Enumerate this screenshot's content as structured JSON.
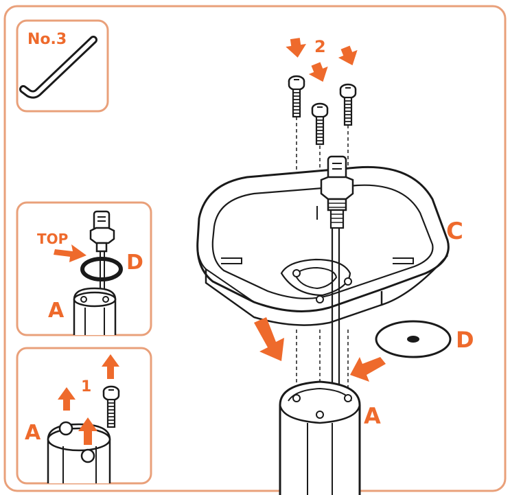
{
  "colors": {
    "accent": "#ee6a2c",
    "line": "#1a1a1a",
    "frame": "#e9a07a"
  },
  "tool_box": {
    "label": "No.3",
    "icon": "allen-key-icon"
  },
  "inset_top": {
    "top_label": "TOP",
    "label_d": "D",
    "label_a": "A"
  },
  "inset_bottom": {
    "step_label": "1",
    "label_a": "A"
  },
  "main": {
    "step_label": "2",
    "label_c": "C",
    "label_d": "D",
    "label_a": "A"
  }
}
